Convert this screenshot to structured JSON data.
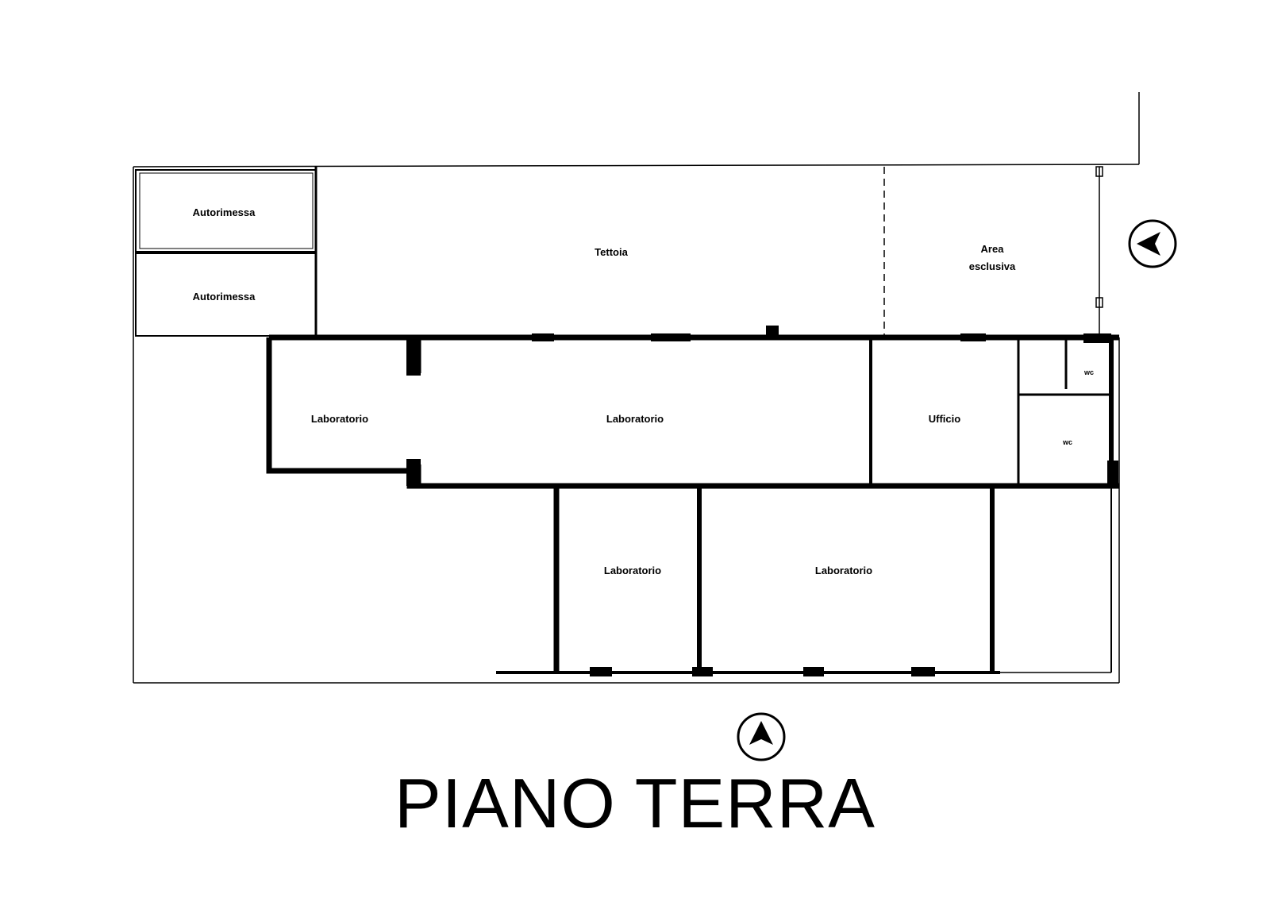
{
  "title": "PIANO TERRA",
  "rooms": {
    "autorimessa_1": "Autorimessa",
    "autorimessa_2": "Autorimessa",
    "terrace": "Tettoia",
    "exclusive_area_line1": "Area",
    "exclusive_area_line2": "esclusiva",
    "lab_west": "Laboratorio",
    "lab_central": "Laboratorio",
    "office": "Ufficio",
    "wc_small": "wc",
    "wc": "wc",
    "lab_south_small": "Laboratorio",
    "lab_south_large": "Laboratorio"
  },
  "icons": {
    "entrance_south": "entrance-arrow-up",
    "entrance_east": "entrance-arrow-left"
  }
}
